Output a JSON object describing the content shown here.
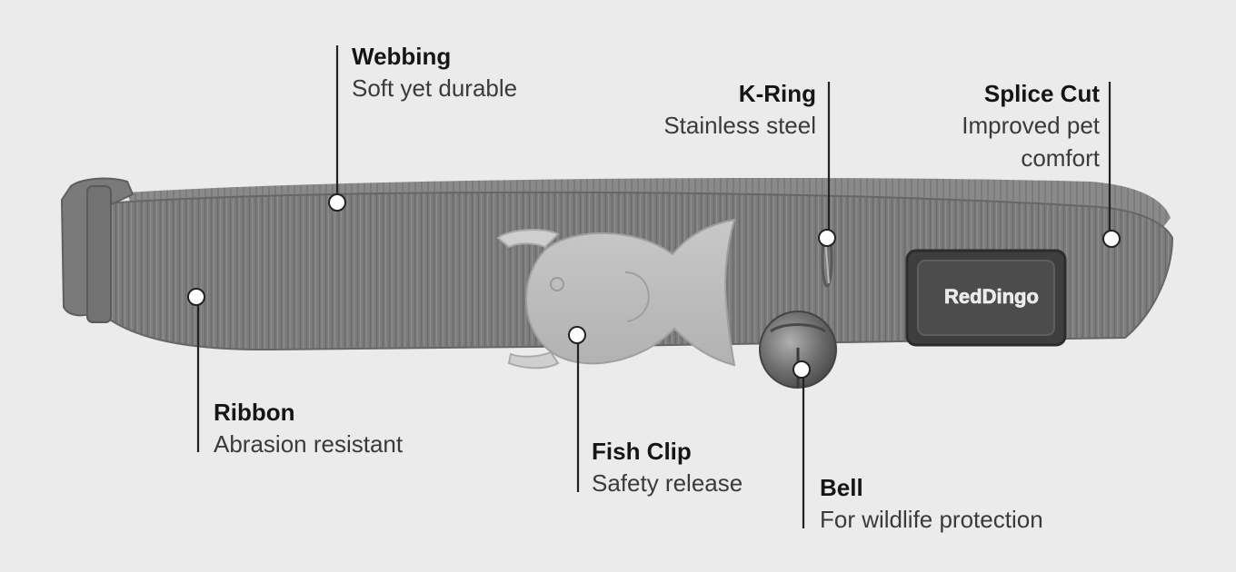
{
  "brand": {
    "logo_text": "RedDingo"
  },
  "callouts": {
    "webbing": {
      "title": "Webbing",
      "desc": "Soft yet durable"
    },
    "kring": {
      "title": "K-Ring",
      "desc": "Stainless steel"
    },
    "splice": {
      "title": "Splice Cut",
      "desc": "Improved pet\ncomfort"
    },
    "ribbon": {
      "title": "Ribbon",
      "desc": "Abrasion resistant"
    },
    "fishclip": {
      "title": "Fish Clip",
      "desc": "Safety release"
    },
    "bell": {
      "title": "Bell",
      "desc": "For wildlife protection"
    }
  }
}
